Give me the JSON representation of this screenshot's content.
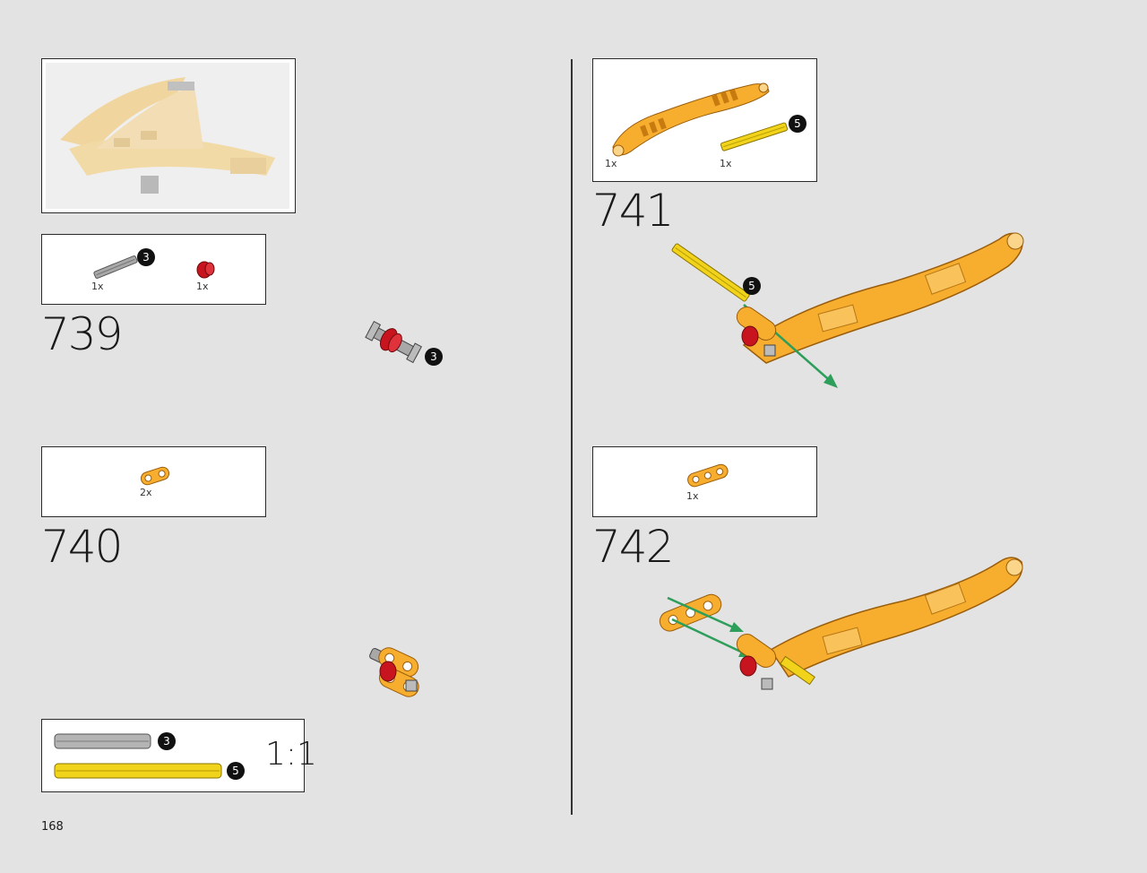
{
  "page_number": "168",
  "steps": [
    {
      "number": "739",
      "parts": [
        {
          "qty": "1x",
          "badge": "3",
          "icon": "grey-axle-3"
        },
        {
          "qty": "1x",
          "icon": "red-bush"
        }
      ],
      "callout_badge": "3"
    },
    {
      "number": "740",
      "parts": [
        {
          "qty": "2x",
          "icon": "orange-link-2"
        }
      ]
    },
    {
      "number": "741",
      "parts": [
        {
          "qty": "1x",
          "icon": "orange-curved-panel"
        },
        {
          "qty": "1x",
          "badge": "5",
          "icon": "yellow-axle-5"
        }
      ],
      "callout_badge": "5"
    },
    {
      "number": "742",
      "parts": [
        {
          "qty": "1x",
          "icon": "orange-link-3"
        }
      ]
    }
  ],
  "ruler": {
    "axle_3_badge": "3",
    "axle_5_badge": "5",
    "scale": "1:1"
  },
  "colors": {
    "orange": "#f7ae2f",
    "yellow": "#f2d31b",
    "red": "#c8141e",
    "grey": "#a8a8a8",
    "arrow": "#2e9e5b"
  }
}
